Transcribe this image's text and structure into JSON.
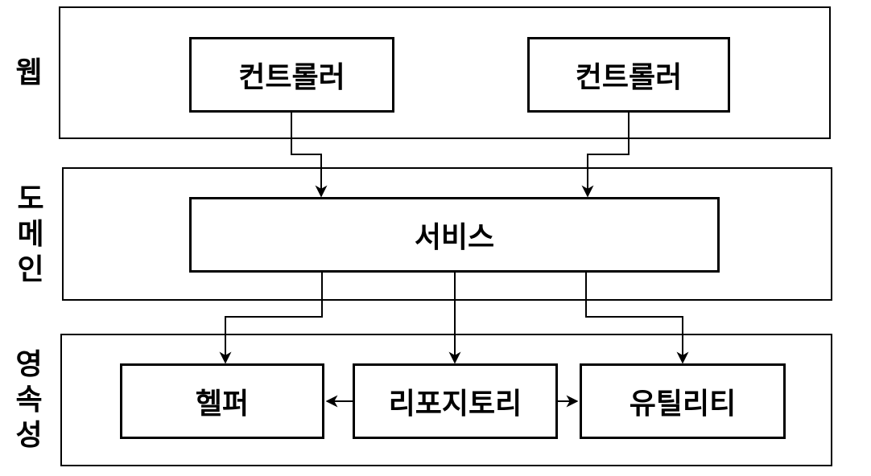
{
  "diagram": {
    "type": "layered-architecture",
    "language": "ko",
    "colors": {
      "stroke": "#000000",
      "fill": "#ffffff",
      "text": "#000000"
    },
    "layers": [
      {
        "id": "web",
        "label": "웹",
        "label_orientation": "horizontal"
      },
      {
        "id": "domain",
        "label": "도메인",
        "label_orientation": "vertical"
      },
      {
        "id": "persistence",
        "label": "영속성",
        "label_orientation": "vertical"
      }
    ],
    "nodes": [
      {
        "id": "controller-1",
        "label": "컨트롤러",
        "layer": "web"
      },
      {
        "id": "controller-2",
        "label": "컨트롤러",
        "layer": "web"
      },
      {
        "id": "service",
        "label": "서비스",
        "layer": "domain"
      },
      {
        "id": "helper",
        "label": "헬퍼",
        "layer": "persistence"
      },
      {
        "id": "repository",
        "label": "리포지토리",
        "layer": "persistence"
      },
      {
        "id": "utility",
        "label": "유틸리티",
        "layer": "persistence"
      }
    ],
    "edges": [
      {
        "from": "controller-1",
        "to": "service",
        "style": "elbow",
        "arrowhead": "end"
      },
      {
        "from": "controller-2",
        "to": "service",
        "style": "elbow",
        "arrowhead": "end"
      },
      {
        "from": "service",
        "to": "helper",
        "style": "elbow",
        "arrowhead": "end"
      },
      {
        "from": "service",
        "to": "repository",
        "style": "straight",
        "arrowhead": "end"
      },
      {
        "from": "service",
        "to": "utility",
        "style": "elbow",
        "arrowhead": "end"
      },
      {
        "from": "repository",
        "to": "helper",
        "style": "straight",
        "arrowhead": "end"
      },
      {
        "from": "repository",
        "to": "utility",
        "style": "straight",
        "arrowhead": "end"
      }
    ]
  }
}
